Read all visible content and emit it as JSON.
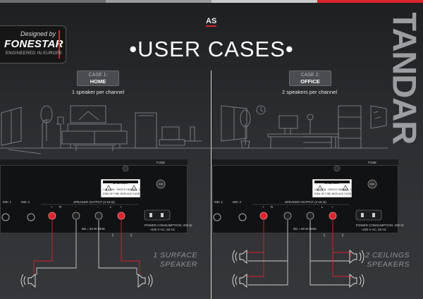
{
  "brand": {
    "designed_by": "Designed by",
    "name": "FONESTAR",
    "tagline": "ENGINEERED IN EUROPE",
    "accent": "#d8242f"
  },
  "header": {
    "logo": "AS",
    "title": "•USER CASES•",
    "side_label": "STANDARD"
  },
  "cases": [
    {
      "number": "CASE 1:",
      "label": "HOME",
      "subtitle": "1 speaker per channel",
      "caption_line1": "1 SURFACE",
      "caption_line2": "SPEAKER"
    },
    {
      "number": "CASE 2:",
      "label": "OFFICE",
      "subtitle": "2 speakers per channel",
      "caption_line1": "2 CEILINGS",
      "caption_line2": "SPEAKERS"
    }
  ],
  "panel": {
    "fuse": "FUSE",
    "caution": "CAUTION",
    "warning1": "CAUTION - SHOCK HAZARD - DO NOT OPEN",
    "warning2": "RISK OF FIRE-REPLACE FUSE AS MARKED",
    "mic1": "MIC 1",
    "mic2": "MIC 2",
    "speaker_output": "SPEAKER OUTPUT (4-16 Ω)",
    "r": "R",
    "l": "L",
    "plus": "+",
    "minus": "-",
    "rms": "8Ω = 50 W RMS",
    "power1": "POWER CONSUMPTION: 200 W",
    "power2": "~230 V AC, 50 Hz"
  }
}
